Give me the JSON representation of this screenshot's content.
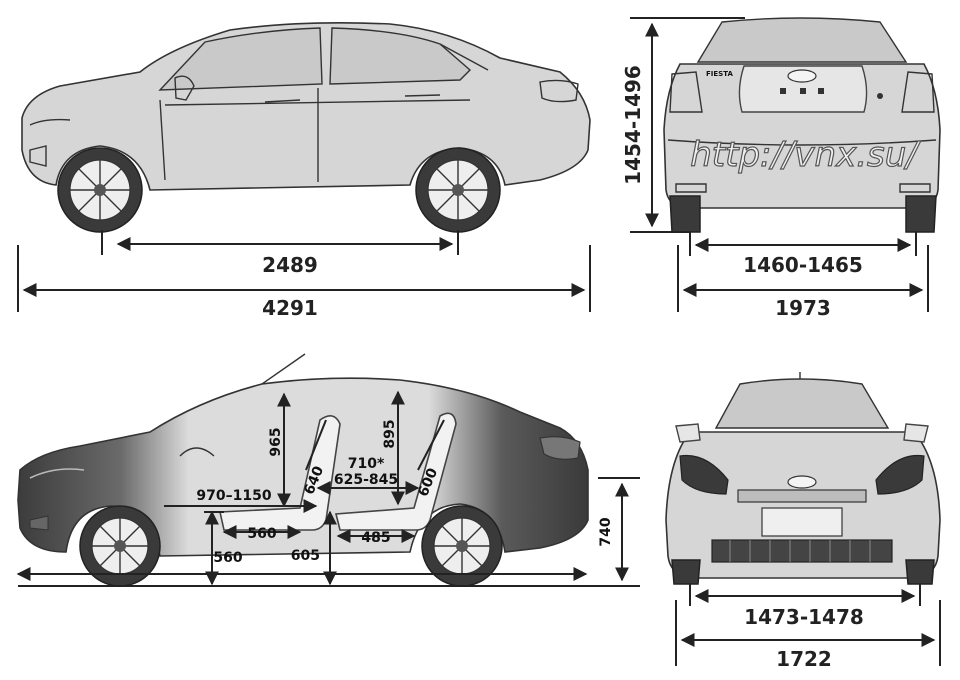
{
  "side_view": {
    "wheelbase": "2489",
    "length": "4291"
  },
  "rear_view": {
    "height": "1454-1496",
    "rear_track": "1460-1465",
    "width_with_mirrors": "1973",
    "trunk_badge": "FIESTA",
    "watermark": "http://vnx.su/"
  },
  "interior_view": {
    "front_headroom": "965",
    "rear_headroom": "895",
    "front_seat_back": "640",
    "rear_seat_back": "600",
    "rear_legroom_star": "710*",
    "rear_legroom": "625-845",
    "front_legroom": "970–1150",
    "front_cushion": "560",
    "rear_cushion": "485",
    "front_seat_height": "560",
    "rear_seat_height": "605",
    "sill_height": "740"
  },
  "front_view": {
    "front_track": "1473-1478",
    "body_width": "1722"
  },
  "colors": {
    "line": "#222222",
    "body": "#d6d6d6",
    "dark_body": "#4a4a4a"
  }
}
